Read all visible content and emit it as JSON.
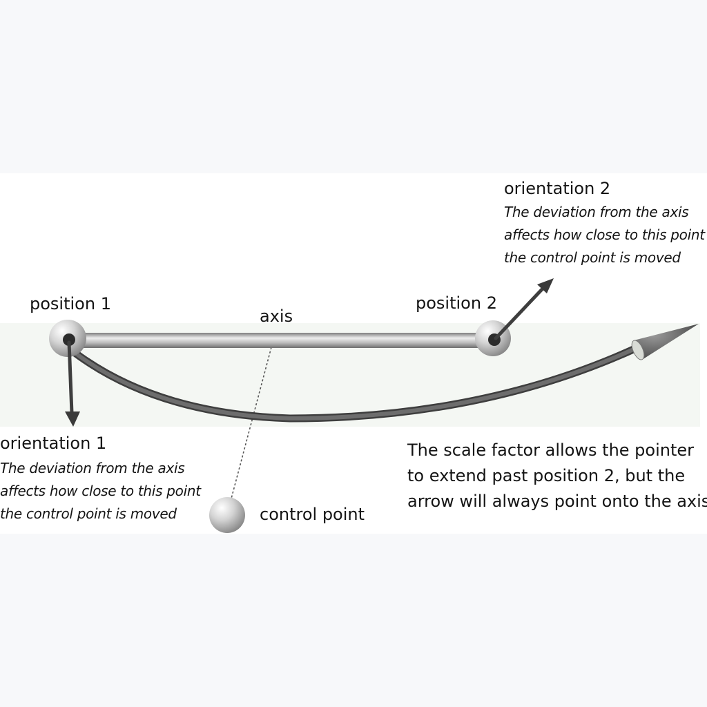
{
  "labels": {
    "position_1": "position 1",
    "position_2": "position 2",
    "axis": "axis",
    "control_point": "control point",
    "orientation_1": "orientation 1",
    "orientation_2": "orientation 2"
  },
  "notes": {
    "orientation_1": [
      "The deviation from the axis",
      "affects how close to this point",
      "the control point is moved"
    ],
    "orientation_2": [
      "The deviation from the axis",
      "affects how close to this point",
      "the control point is moved"
    ]
  },
  "scale_caption": [
    "The scale factor allows the pointer",
    "to extend past position 2, but the",
    "arrow will always point onto the axis"
  ],
  "colors": {
    "page_background": "#f7f8fa",
    "panel_background": "#ffffff",
    "band_background": "#f4f7f3",
    "rod": "#9a9a9a",
    "curve": "#5b5b5b",
    "arrows": "#3c3c3c"
  }
}
